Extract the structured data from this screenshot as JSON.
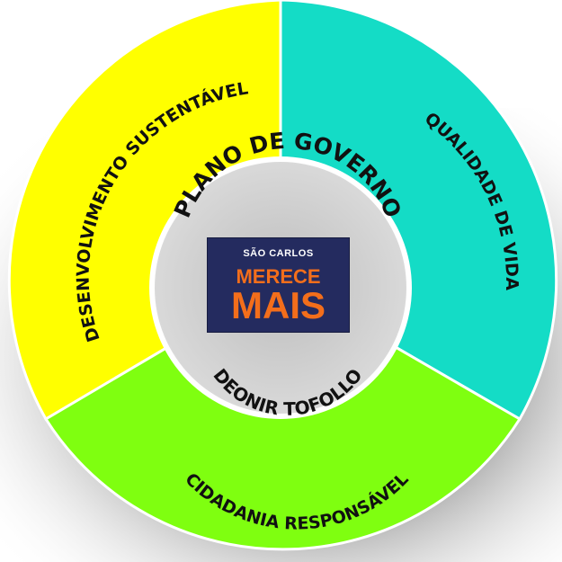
{
  "diagram": {
    "segments": [
      {
        "id": "desenvolvimento",
        "label": "DESENVOLVIMENTO SUSTENTÁVEL",
        "color": "#ffff00"
      },
      {
        "id": "qualidade",
        "label": "QUALIDADE DE VIDA",
        "color": "#14dcc6"
      },
      {
        "id": "cidadania",
        "label": "CIDADANIA RESPONSÁVEL",
        "color": "#7fff10"
      }
    ],
    "center": {
      "top_text": "PLANO DE GOVERNO",
      "bottom_text": "DEONIR TOFOLLO"
    },
    "logo": {
      "line_small": "SÃO CARLOS",
      "line_1": "MERECE",
      "line_2": "MAIS",
      "background": "#242b5f",
      "text_color": "#f36e1b"
    }
  }
}
